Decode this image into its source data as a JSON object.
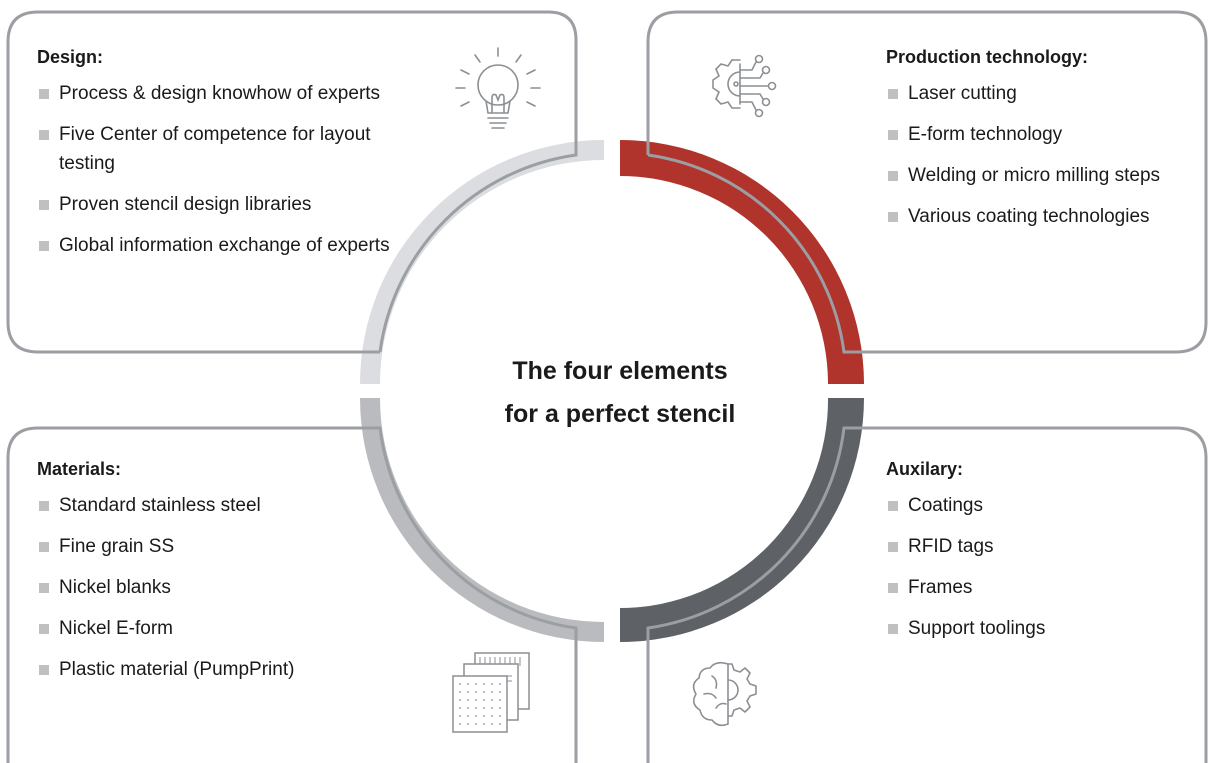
{
  "center_title": {
    "line1": "The four elements",
    "line2": "for a perfect stencil"
  },
  "colors": {
    "production_accent": "#b0342c",
    "auxilary_accent": "#5e6165",
    "design_accent": "#dcdde0",
    "materials_accent": "#babbbe",
    "frame": "#9b9ea3",
    "bullet": "#c0c0c2"
  },
  "panels": {
    "design": {
      "title": "Design:",
      "icon": "lightbulb-icon",
      "items": [
        "Process & design knowhow of experts",
        "Five Center of competence for layout testing",
        "Proven stencil design libraries",
        "Global information exchange of experts"
      ]
    },
    "production": {
      "title": "Production technology:",
      "icon": "gear-circuit-icon",
      "items": [
        "Laser cutting",
        "E-form technology",
        "Welding or micro milling steps",
        "Various coating technologies"
      ]
    },
    "materials": {
      "title": "Materials:",
      "icon": "stencil-sheets-icon",
      "items": [
        "Standard stainless steel",
        "Fine grain SS",
        "Nickel blanks",
        "Nickel E-form",
        "Plastic material (PumpPrint)"
      ]
    },
    "auxilary": {
      "title": "Auxilary:",
      "icon": "brain-gear-icon",
      "items": [
        "Coatings",
        "RFID tags",
        "Frames",
        "Support toolings"
      ]
    }
  }
}
